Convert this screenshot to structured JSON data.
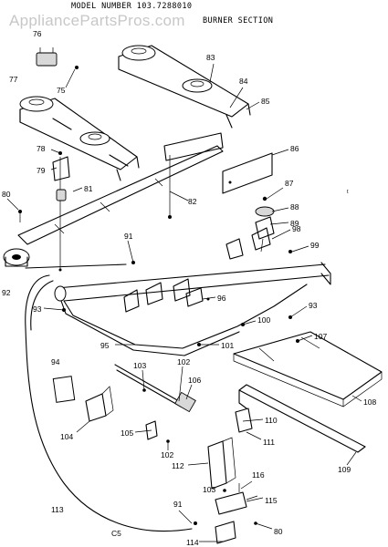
{
  "header": {
    "model_text": "MODEL NUMBER 103.7288010",
    "section_text": "BURNER SECTION",
    "watermark": "AppliancePartsPros.com"
  },
  "footer": {
    "page_code": "C5"
  },
  "callouts": [
    {
      "id": "c76",
      "text": "76"
    },
    {
      "id": "c75",
      "text": "75"
    },
    {
      "id": "c77",
      "text": "77"
    },
    {
      "id": "c83",
      "text": "83"
    },
    {
      "id": "c84",
      "text": "84"
    },
    {
      "id": "c85",
      "text": "85"
    },
    {
      "id": "c78",
      "text": "78"
    },
    {
      "id": "c79",
      "text": "79"
    },
    {
      "id": "c81",
      "text": "81"
    },
    {
      "id": "c80a",
      "text": "80"
    },
    {
      "id": "c82",
      "text": "82"
    },
    {
      "id": "c86",
      "text": "86"
    },
    {
      "id": "c87",
      "text": "87"
    },
    {
      "id": "c88",
      "text": "88"
    },
    {
      "id": "c89",
      "text": "89"
    },
    {
      "id": "c98",
      "text": "98"
    },
    {
      "id": "c99",
      "text": "99"
    },
    {
      "id": "c91a",
      "text": "91"
    },
    {
      "id": "c92",
      "text": "92"
    },
    {
      "id": "c93a",
      "text": "93"
    },
    {
      "id": "c93b",
      "text": "93"
    },
    {
      "id": "c96",
      "text": "96"
    },
    {
      "id": "c95",
      "text": "95"
    },
    {
      "id": "c100",
      "text": "100"
    },
    {
      "id": "c101",
      "text": "101"
    },
    {
      "id": "c107",
      "text": "107"
    },
    {
      "id": "c94",
      "text": "94"
    },
    {
      "id": "c103a",
      "text": "103"
    },
    {
      "id": "c102a",
      "text": "102"
    },
    {
      "id": "c106",
      "text": "106"
    },
    {
      "id": "c104",
      "text": "104"
    },
    {
      "id": "c105",
      "text": "105"
    },
    {
      "id": "c102b",
      "text": "102"
    },
    {
      "id": "c108",
      "text": "108"
    },
    {
      "id": "c110",
      "text": "110"
    },
    {
      "id": "c111",
      "text": "111"
    },
    {
      "id": "c109",
      "text": "109"
    },
    {
      "id": "c112",
      "text": "112"
    },
    {
      "id": "c103b",
      "text": "103"
    },
    {
      "id": "c116",
      "text": "116"
    },
    {
      "id": "c113",
      "text": "113"
    },
    {
      "id": "c91b",
      "text": "91"
    },
    {
      "id": "c115",
      "text": "115"
    },
    {
      "id": "c114",
      "text": "114"
    },
    {
      "id": "c80b",
      "text": "80"
    }
  ]
}
